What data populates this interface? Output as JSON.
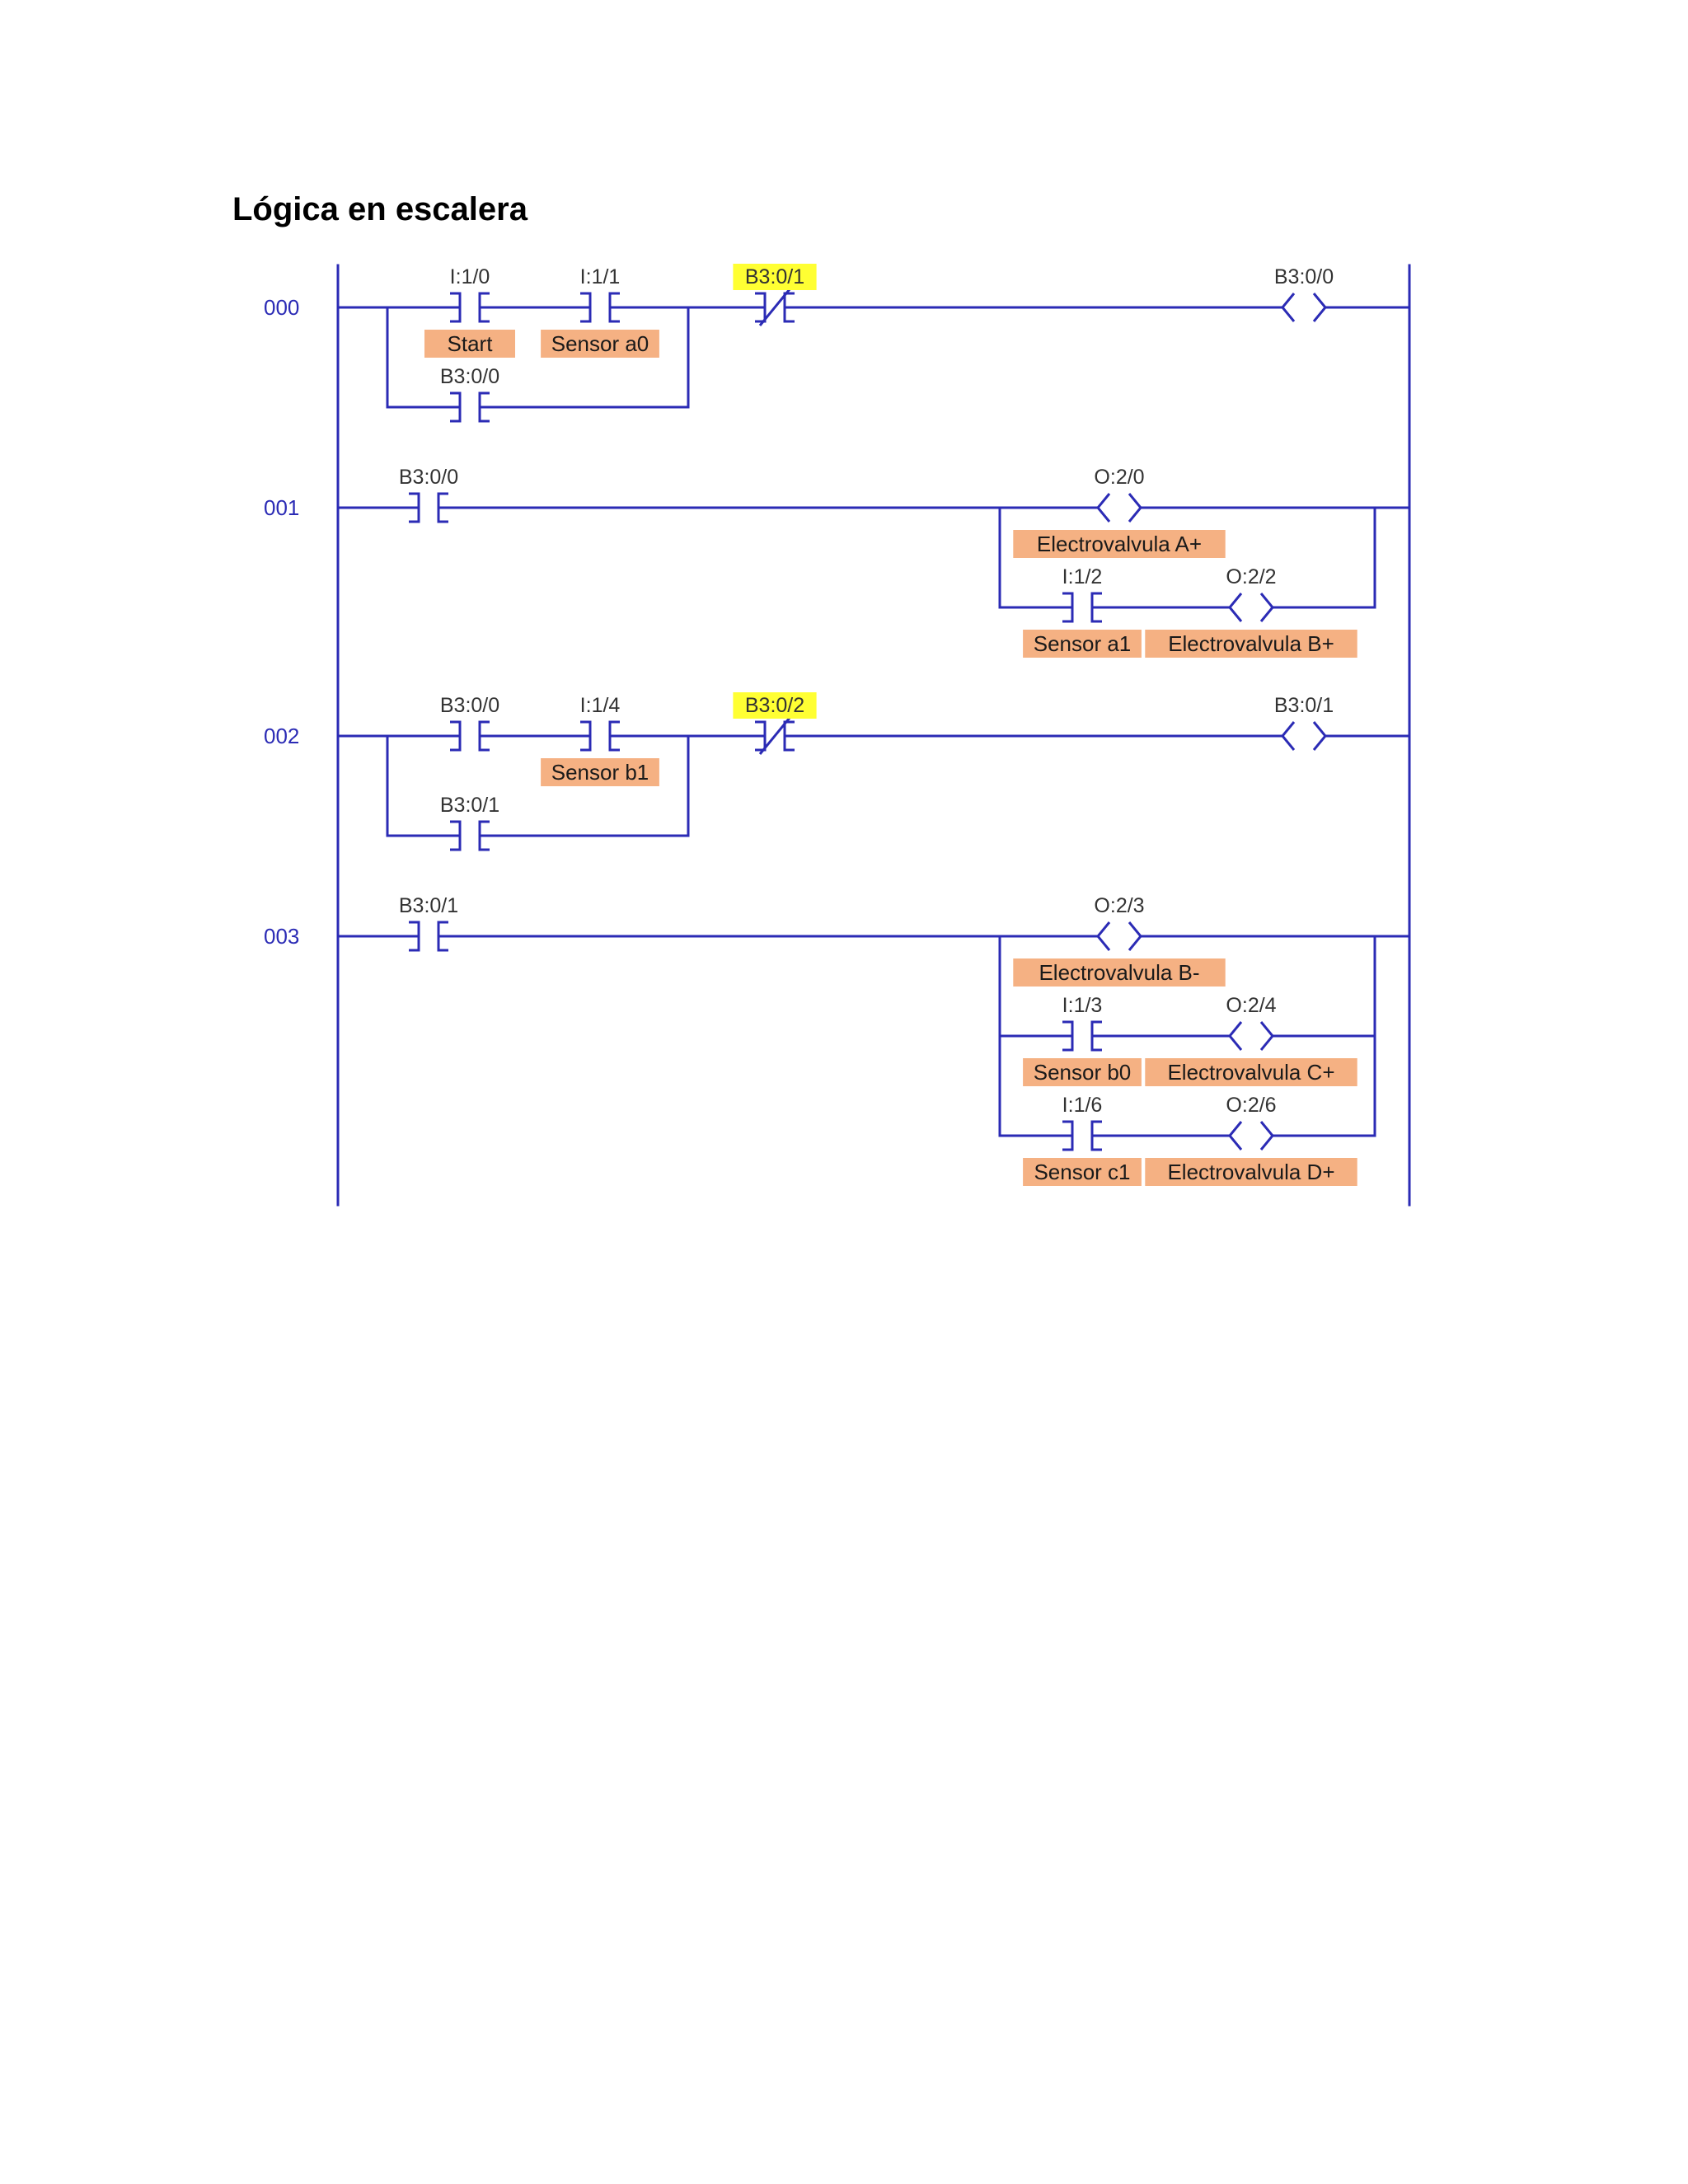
{
  "page": {
    "heading": "Lógica en escalera"
  },
  "colors": {
    "wire": "#2b2bb5",
    "rung_number": "#2b2bb5",
    "description_fill": "#f5b183",
    "highlight_fill": "#ffff33",
    "text": "#333333"
  },
  "ladder": {
    "rungs": [
      {
        "number": "000",
        "elements": [
          {
            "kind": "no-contact",
            "address": "I:1/0",
            "description": "Start"
          },
          {
            "kind": "no-contact",
            "address": "I:1/1",
            "description": "Sensor a0"
          },
          {
            "kind": "no-contact",
            "address": "B3:0/0",
            "description": ""
          },
          {
            "kind": "nc-contact",
            "address": "B3:0/1",
            "description": "",
            "highlighted": true
          },
          {
            "kind": "coil",
            "address": "B3:0/0",
            "description": ""
          }
        ]
      },
      {
        "number": "001",
        "elements": [
          {
            "kind": "no-contact",
            "address": "B3:0/0",
            "description": ""
          },
          {
            "kind": "coil",
            "address": "O:2/0",
            "description": "Electrovalvula A+"
          },
          {
            "kind": "no-contact",
            "address": "I:1/2",
            "description": "Sensor a1"
          },
          {
            "kind": "coil",
            "address": "O:2/2",
            "description": "Electrovalvula B+"
          }
        ]
      },
      {
        "number": "002",
        "elements": [
          {
            "kind": "no-contact",
            "address": "B3:0/0",
            "description": ""
          },
          {
            "kind": "no-contact",
            "address": "I:1/4",
            "description": "Sensor b1"
          },
          {
            "kind": "no-contact",
            "address": "B3:0/1",
            "description": ""
          },
          {
            "kind": "nc-contact",
            "address": "B3:0/2",
            "description": "",
            "highlighted": true
          },
          {
            "kind": "coil",
            "address": "B3:0/1",
            "description": ""
          }
        ]
      },
      {
        "number": "003",
        "elements": [
          {
            "kind": "no-contact",
            "address": "B3:0/1",
            "description": ""
          },
          {
            "kind": "coil",
            "address": "O:2/3",
            "description": "Electrovalvula B-"
          },
          {
            "kind": "no-contact",
            "address": "I:1/3",
            "description": "Sensor b0"
          },
          {
            "kind": "coil",
            "address": "O:2/4",
            "description": "Electrovalvula C+"
          },
          {
            "kind": "no-contact",
            "address": "I:1/6",
            "description": "Sensor c1"
          },
          {
            "kind": "coil",
            "address": "O:2/6",
            "description": "Electrovalvula D+"
          }
        ]
      }
    ]
  }
}
